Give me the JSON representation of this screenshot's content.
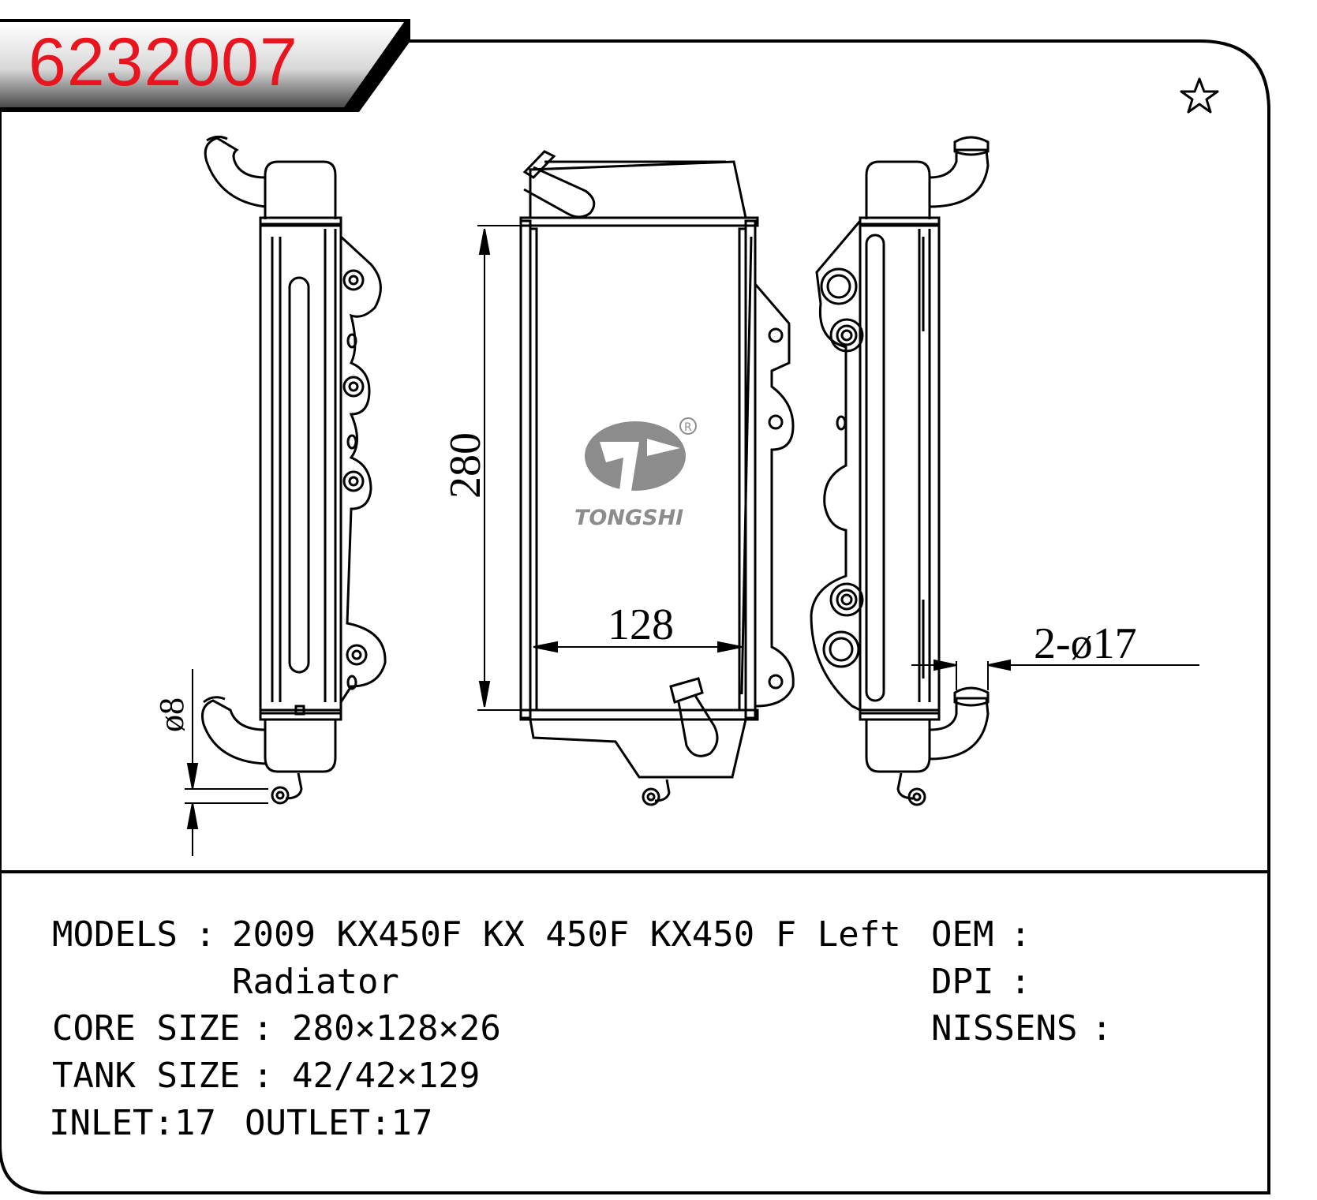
{
  "header": {
    "part_number": "6232007",
    "favorite_icon": "star-outline-icon"
  },
  "drawing": {
    "brand": "TONGSHI",
    "registered_mark": "R",
    "dimensions": {
      "height": "280",
      "width": "128",
      "pipe_diameter": "ø8",
      "mount_holes": "2-ø17"
    }
  },
  "specs": {
    "models_label": "MODELS",
    "models_value_line1": "2009 KX450F KX 450F KX450 F Left",
    "models_value_line2": "Radiator",
    "core_label": "CORE SIZE",
    "core_value": "280×128×26",
    "tank_label": "TANK SIZE",
    "tank_value": "42/42×129",
    "inlet": "INLET:17",
    "outlet": "OUTLET:17",
    "oem_label": "OEM",
    "oem_value": "",
    "dpi_label": "DPI",
    "dpi_value": "",
    "nissens_label": "NISSENS",
    "nissens_value": "",
    "separator": ":"
  },
  "colors": {
    "part_number": "#e8141e",
    "line": "#000000",
    "logo": "#8c8c8c"
  }
}
